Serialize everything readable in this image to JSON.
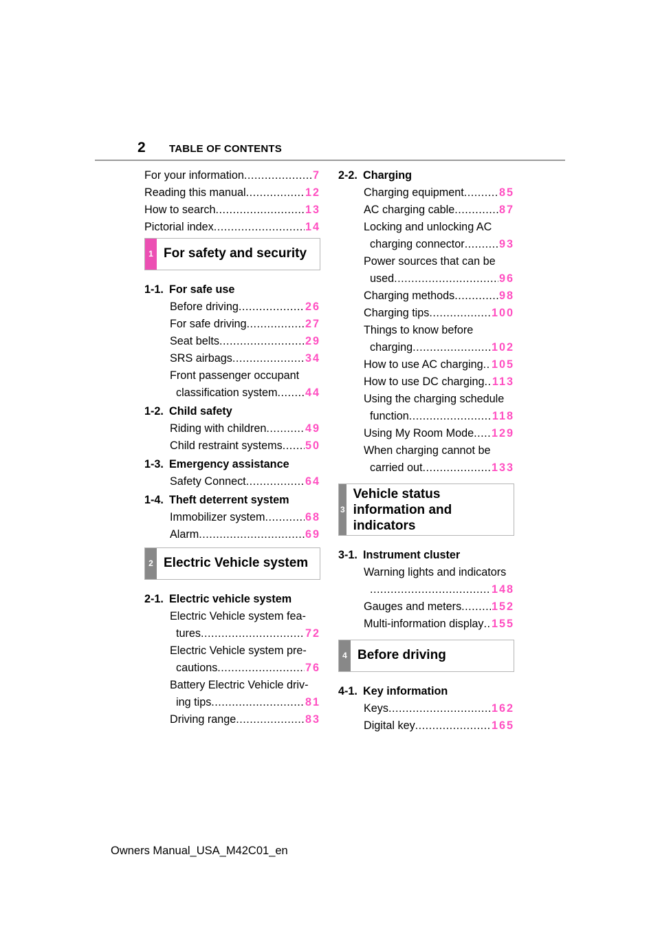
{
  "header": {
    "page_number": "2",
    "title": "TABLE OF CONTENTS"
  },
  "intro": [
    {
      "label": "For your information",
      "page": "7"
    },
    {
      "label": "Reading this manual",
      "page": "12"
    },
    {
      "label": "How to search",
      "page": "13"
    },
    {
      "label": "Pictorial index",
      "page": "14"
    }
  ],
  "chapter1": {
    "num": "1",
    "title": "For safety and security"
  },
  "s1_1": {
    "code": "1-1.",
    "title": "For safe use"
  },
  "s1_1_items": [
    {
      "label": "Before driving",
      "page": "26"
    },
    {
      "label": "For safe driving",
      "page": "27"
    },
    {
      "label": "Seat belts",
      "page": "29"
    },
    {
      "label": "SRS airbags",
      "page": "34"
    }
  ],
  "s1_1_multi": {
    "line1": "Front passenger occupant",
    "line2": "classification system",
    "page": "44"
  },
  "s1_2": {
    "code": "1-2.",
    "title": "Child safety"
  },
  "s1_2_items": [
    {
      "label": "Riding with children",
      "page": "49"
    },
    {
      "label": "Child restraint systems",
      "page": "50"
    }
  ],
  "s1_3": {
    "code": "1-3.",
    "title": "Emergency assistance"
  },
  "s1_3_items": [
    {
      "label": "Safety Connect",
      "page": "64"
    }
  ],
  "s1_4": {
    "code": "1-4.",
    "title": "Theft deterrent system"
  },
  "s1_4_items": [
    {
      "label": "Immobilizer system",
      "page": "68"
    },
    {
      "label": "Alarm",
      "page": "69"
    }
  ],
  "chapter2": {
    "num": "2",
    "title": "Electric Vehicle system"
  },
  "s2_1": {
    "code": "2-1.",
    "title": "Electric vehicle system"
  },
  "s2_1_multi": [
    {
      "line1": "Electric Vehicle system fea-",
      "line2": "tures",
      "page": "72"
    },
    {
      "line1": "Electric Vehicle system pre-",
      "line2": "cautions",
      "page": "76"
    },
    {
      "line1": "Battery Electric Vehicle driv-",
      "line2": "ing tips",
      "page": "81"
    }
  ],
  "s2_1_items": [
    {
      "label": "Driving range",
      "page": "83"
    }
  ],
  "s2_2": {
    "code": "2-2.",
    "title": "Charging"
  },
  "s2_2_a": [
    {
      "label": "Charging equipment",
      "page": "85"
    },
    {
      "label": "AC charging cable",
      "page": "87"
    }
  ],
  "s2_2_m1": {
    "line1": "Locking and unlocking AC",
    "line2": "charging connector",
    "page": "93"
  },
  "s2_2_m2": {
    "line1": "Power sources that can be",
    "line2": "used",
    "page": "96"
  },
  "s2_2_b": [
    {
      "label": "Charging methods",
      "page": "98"
    },
    {
      "label": "Charging tips",
      "page": "100"
    }
  ],
  "s2_2_m3": {
    "line1": "Things to know before",
    "line2": "charging",
    "page": "102"
  },
  "s2_2_c": [
    {
      "label": "How to use AC charging",
      "page": "105"
    },
    {
      "label": "How to use DC charging",
      "page": "113"
    }
  ],
  "s2_2_m4": {
    "line1": "Using the charging schedule",
    "line2": "function",
    "page": "118"
  },
  "s2_2_d": [
    {
      "label": "Using My Room Mode",
      "page": "129"
    }
  ],
  "s2_2_m5": {
    "line1": "When charging cannot be",
    "line2": "carried out",
    "page": "133"
  },
  "chapter3": {
    "num": "3",
    "title": "Vehicle status information and indicators"
  },
  "s3_1": {
    "code": "3-1.",
    "title": "Instrument cluster"
  },
  "s3_1_m1": {
    "line1": "Warning lights and indicators",
    "line2": "",
    "page": "148"
  },
  "s3_1_items": [
    {
      "label": "Gauges and meters",
      "page": "152"
    },
    {
      "label": "Multi-information display",
      "page": "155"
    }
  ],
  "chapter4": {
    "num": "4",
    "title": "Before driving"
  },
  "s4_1": {
    "code": "4-1.",
    "title": "Key information"
  },
  "s4_1_items": [
    {
      "label": "Keys",
      "page": "162"
    },
    {
      "label": "Digital key",
      "page": "165"
    }
  ],
  "footer": {
    "text": "Owners Manual_USA_M42C01_en"
  },
  "colors": {
    "accent": "#ff4fc1",
    "tab_pink": "#ec4fb3",
    "tab_gray": "#888888"
  }
}
